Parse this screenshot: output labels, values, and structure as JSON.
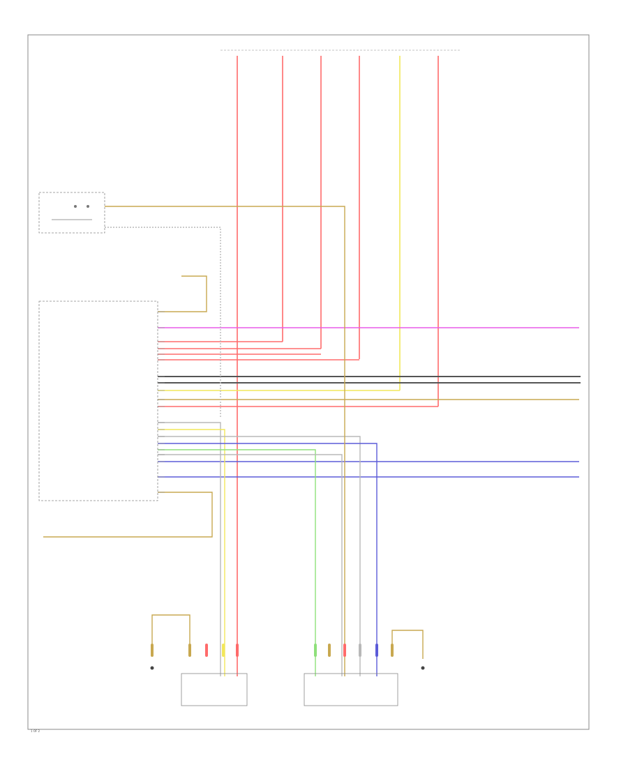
{
  "diagram": {
    "page_code": "1 OF 2"
  },
  "colors": {
    "red": "#ff6b6b",
    "yellow": "#f2e75a",
    "magenta": "#e95ae9",
    "green": "#8ee07a",
    "blue": "#5b5bd8",
    "gray": "#b8b8b8",
    "black": "#555555",
    "tan": "#c8a850",
    "frame": "#888888"
  },
  "blocks": [
    {
      "name": "window-switch-box"
    },
    {
      "name": "control-unit-box"
    },
    {
      "name": "left-sensor-box"
    },
    {
      "name": "right-sensor-box"
    }
  ]
}
